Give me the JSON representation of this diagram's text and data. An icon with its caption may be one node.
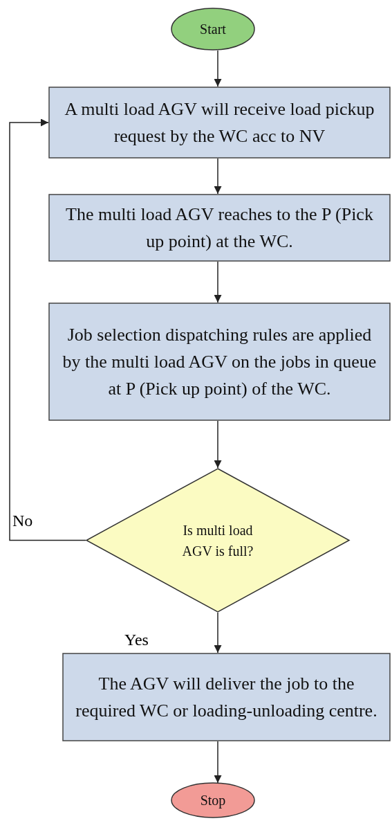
{
  "diagram": {
    "nodes": [
      {
        "text": [
          "Start"
        ]
      },
      {
        "text": [
          "A multi load AGV will receive load pickup request by the WC acc to NV"
        ]
      },
      {
        "text": [
          "The multi load AGV reaches to the P (Pick up point) at the WC."
        ]
      },
      {
        "text": [
          "Job selection dispatching rules are applied by the multi load AGV on the jobs in queue at P (Pick up point) of the WC."
        ]
      },
      {
        "text": [
          "Is multi load AGV is full?"
        ]
      },
      {
        "text": [
          "The AGV will deliver the job to the required WC or loading-unloading centre."
        ]
      },
      {
        "text": [
          "Stop"
        ]
      }
    ],
    "edges": [
      {
        "from": 0,
        "to": 1,
        "arrow": "to"
      },
      {
        "from": 1,
        "to": 2,
        "arrow": "to"
      },
      {
        "from": 2,
        "to": 3,
        "arrow": "to"
      },
      {
        "from": 3,
        "to": 4,
        "arrow": "to"
      },
      {
        "from": 4,
        "to": 1,
        "arrow": "to",
        "label": "No"
      },
      {
        "from": 4,
        "to": 5,
        "arrow": "to",
        "label": "Yes"
      },
      {
        "from": 5,
        "to": 6,
        "arrow": "to"
      }
    ]
  }
}
